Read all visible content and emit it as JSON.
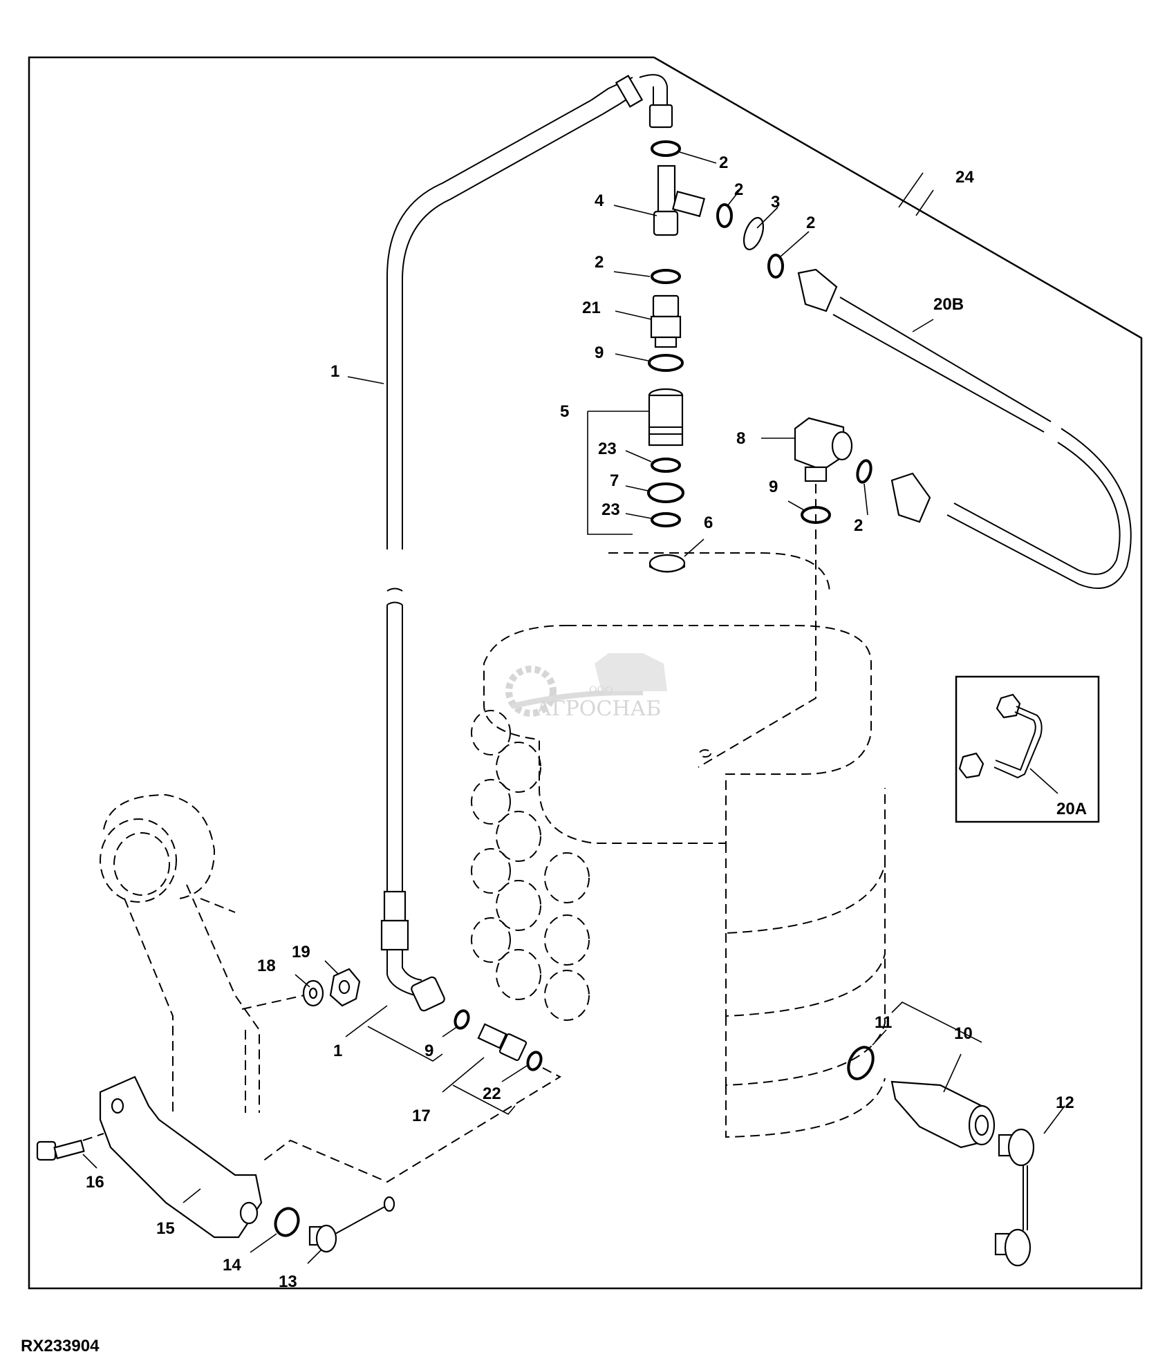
{
  "figure": {
    "id": "RX233904",
    "title": "Hydraulic selective control valve / SCV coupler parts diagram",
    "watermark": {
      "prefix": "ООО",
      "brand": "АГРОСНАБ"
    }
  },
  "inset": {
    "label": "20A",
    "description": "alternate steel line"
  },
  "callouts": [
    {
      "key": "c2a",
      "text": "2"
    },
    {
      "key": "c24",
      "text": "24"
    },
    {
      "key": "c4",
      "text": "4"
    },
    {
      "key": "c2b",
      "text": "2"
    },
    {
      "key": "c3",
      "text": "3"
    },
    {
      "key": "c2c",
      "text": "2"
    },
    {
      "key": "c2d",
      "text": "2"
    },
    {
      "key": "c21",
      "text": "21"
    },
    {
      "key": "c20b",
      "text": "20B"
    },
    {
      "key": "c9a",
      "text": "9"
    },
    {
      "key": "c1a",
      "text": "1"
    },
    {
      "key": "c5",
      "text": "5"
    },
    {
      "key": "c8",
      "text": "8"
    },
    {
      "key": "c23a",
      "text": "23"
    },
    {
      "key": "c7",
      "text": "7"
    },
    {
      "key": "c9b",
      "text": "9"
    },
    {
      "key": "c23b",
      "text": "23"
    },
    {
      "key": "c2e",
      "text": "2"
    },
    {
      "key": "c6",
      "text": "6"
    },
    {
      "key": "c19",
      "text": "19"
    },
    {
      "key": "c18",
      "text": "18"
    },
    {
      "key": "c1b",
      "text": "1"
    },
    {
      "key": "c9c",
      "text": "9"
    },
    {
      "key": "c11",
      "text": "11"
    },
    {
      "key": "c10",
      "text": "10"
    },
    {
      "key": "c22",
      "text": "22"
    },
    {
      "key": "c17",
      "text": "17"
    },
    {
      "key": "c12",
      "text": "12"
    },
    {
      "key": "c16",
      "text": "16"
    },
    {
      "key": "c15",
      "text": "15"
    },
    {
      "key": "c14",
      "text": "14"
    },
    {
      "key": "c13",
      "text": "13"
    }
  ]
}
